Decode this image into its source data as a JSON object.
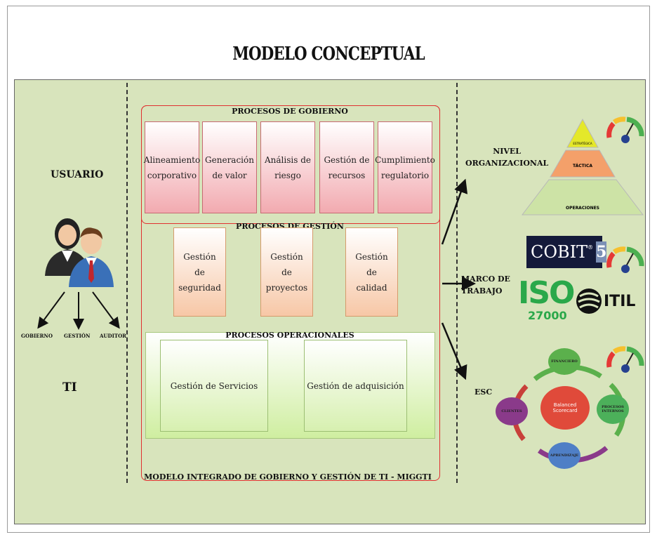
{
  "title": "MODELO CONCEPTUAL",
  "left": {
    "usuario": "USUARIO",
    "roles": [
      "GOBIERNO",
      "GESTIÓN",
      "AUDITOR"
    ],
    "ti": "TI"
  },
  "center": {
    "gobierno": {
      "title": "PROCESOS DE GOBIERNO",
      "items": [
        "Alineamiento\ncorporativo",
        "Generación\nde valor",
        "Análisis de\nriesgo",
        "Gestión de\nrecursos",
        "Cumplimiento\nregulatorio"
      ]
    },
    "gestion": {
      "title": "PROCESOS DE GESTIÓN",
      "items": [
        "Gestión de\nseguridad",
        "Gestión de\nproyectos",
        "Gestión de\ncalidad"
      ]
    },
    "operacionales": {
      "title": "PROCESOS OPERACIONALES",
      "items": [
        "Gestión de Servicios",
        "Gestión de adquisición"
      ]
    },
    "footer": "MODELO INTEGRADO DE GOBIERNO Y GESTIÓN DE TI - MIGGTI"
  },
  "right": {
    "nivel": "NIVEL\nORGANIZACIONAL",
    "pyramid": [
      "ESTRATÉGICA",
      "TÁCTICA",
      "OPERACIONES"
    ],
    "marco": "MARCO DE\nTRABAJO",
    "logos": {
      "cobit": "COBIT",
      "cobit_num": "5",
      "iso": "ISO",
      "iso_num": "27000",
      "itil": "ITIL"
    },
    "esc": "ESC",
    "bsc": {
      "center": "Balanced\nScorecard",
      "top": "FINANCIERO",
      "right": "PROCESOS\nINTERNOS",
      "bottom": "APRENDIZAJE",
      "left": "CLIENTES"
    }
  },
  "colors": {
    "panel": "#d8e4bc",
    "gobierno": "#f2aab0",
    "gestion": "#f7c7a6",
    "operacional": "#cfeea0",
    "iso": "#2aa84a",
    "red": "#e03030"
  }
}
